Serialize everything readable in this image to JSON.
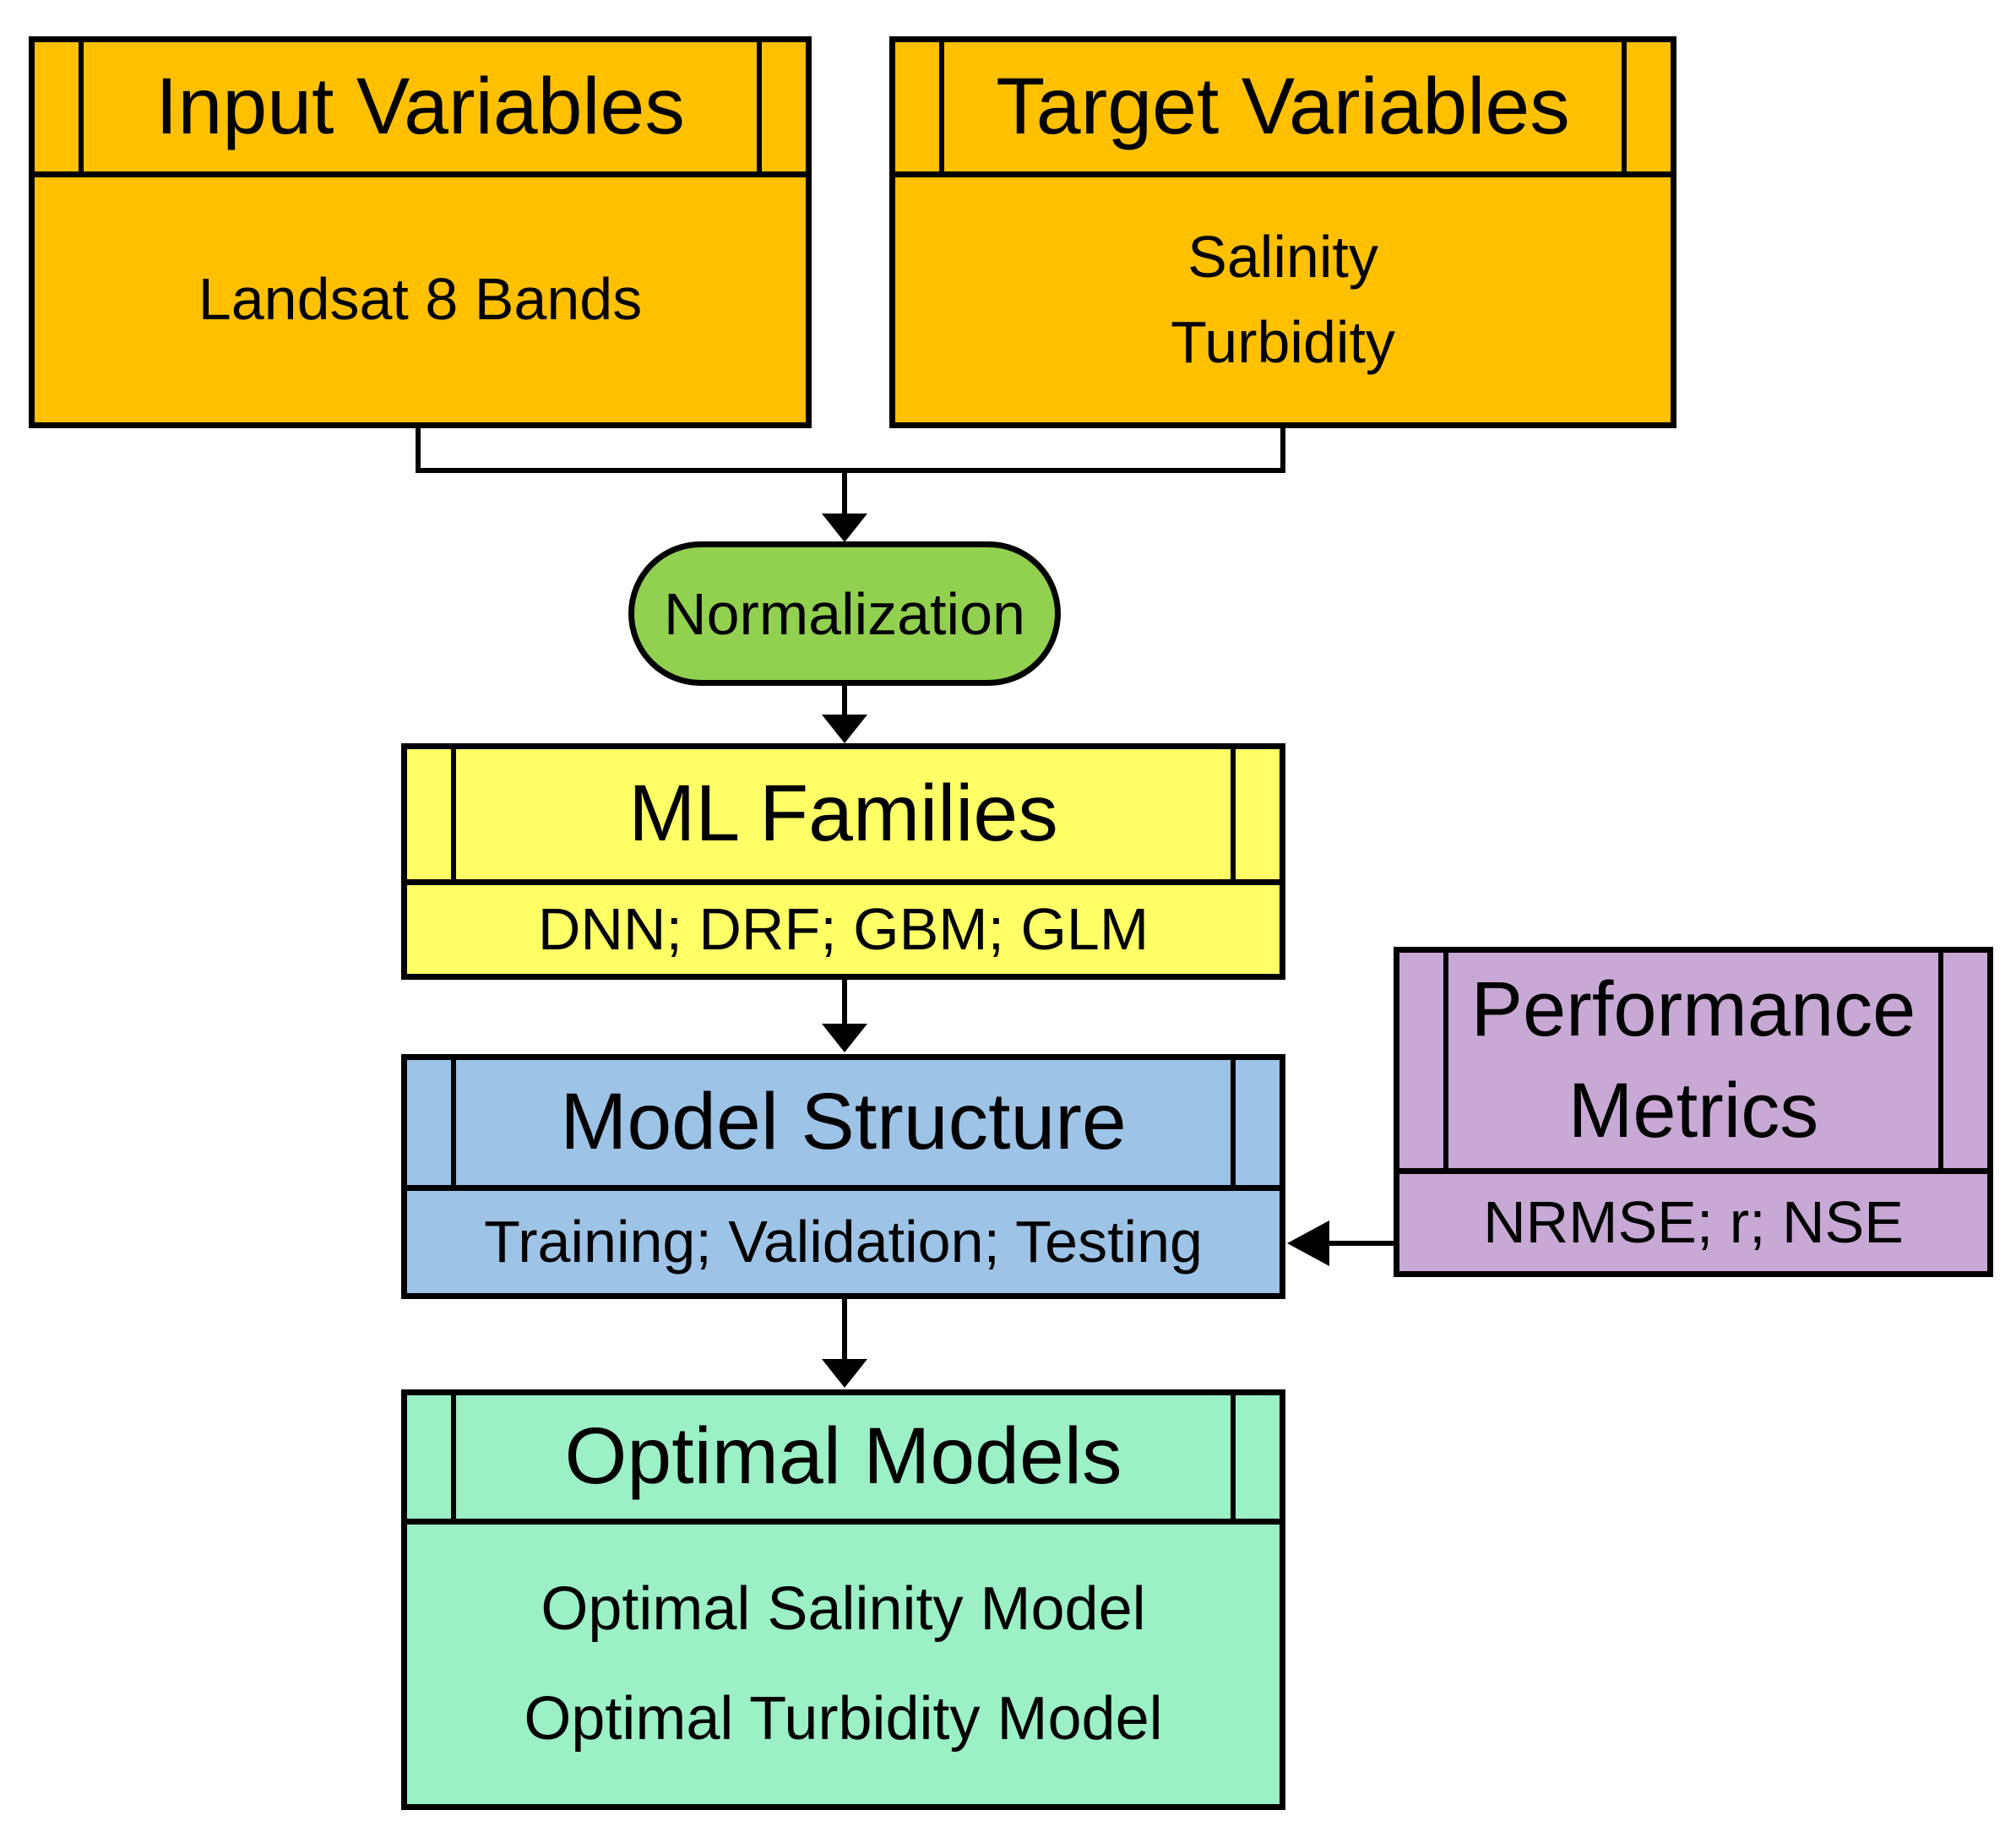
{
  "diagram": {
    "input_variables": {
      "title": "Input Variables",
      "body": "Landsat 8 Bands"
    },
    "target_variables": {
      "title": "Target Variables",
      "body_line1": "Salinity",
      "body_line2": "Turbidity"
    },
    "normalization": {
      "label": "Normalization"
    },
    "ml_families": {
      "title": "ML Families",
      "body": "DNN; DRF; GBM; GLM"
    },
    "model_structure": {
      "title": "Model Structure",
      "body": "Training; Validation; Testing"
    },
    "performance_metrics": {
      "title": "Performance Metrics",
      "body": "NRMSE; r; NSE"
    },
    "optimal_models": {
      "title": "Optimal Models",
      "body_line1": "Optimal Salinity Model",
      "body_line2": "Optimal Turbidity Model"
    },
    "colors": {
      "orange": "#FFC000",
      "green": "#92D050",
      "yellow": "#FFFF66",
      "blue": "#9DC3E6",
      "purple": "#C8A8D4",
      "mint": "#9BF0C6",
      "line": "#000000"
    }
  }
}
